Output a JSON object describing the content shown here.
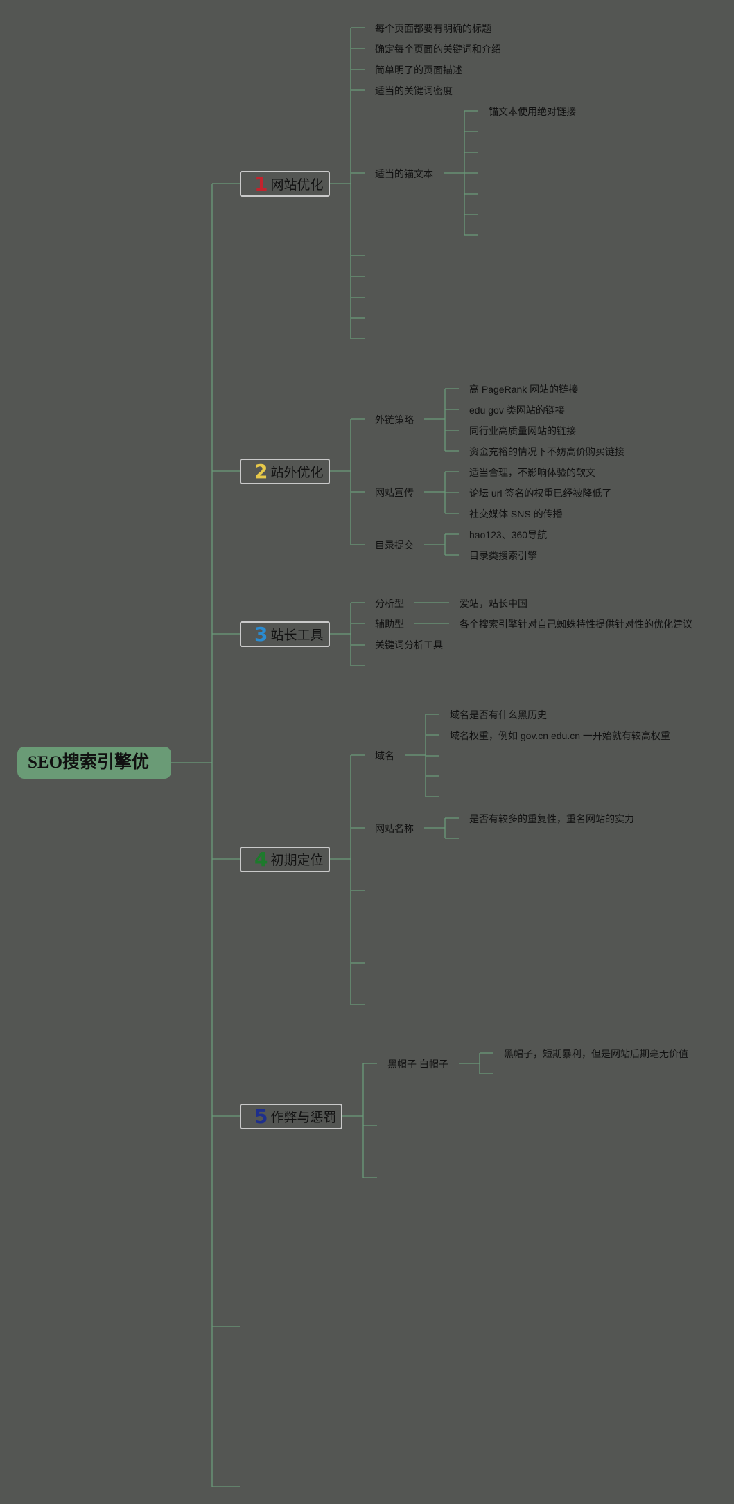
{
  "root": {
    "label": "SEO搜索引擎优"
  },
  "colors": {
    "background": "#545653",
    "connector": "#6a9b7a",
    "root_fill": "#6a9b76",
    "topic_border": "#c9c9c9",
    "num1": "#c3232d",
    "num2": "#e7c94a",
    "num3": "#2a8bd0",
    "num4": "#1d7a2c",
    "num5": "#1e2f8c"
  },
  "topics": [
    {
      "num": "1",
      "label": "网站优化",
      "items": [
        "每个页面都要有明确的标题",
        "确定每个页面的关键词和介绍",
        "简单明了的页面描述",
        "适当的关键词密度",
        "适当的锚文本"
      ],
      "anchor_children": [
        "锚文本使用绝对链接"
      ]
    },
    {
      "num": "2",
      "label": "站外优化",
      "groups": [
        {
          "label": "外链策略",
          "children": [
            "高 PageRank 网站的链接",
            "edu gov 类网站的链接",
            "同行业高质量网站的链接",
            "资金充裕的情况下不妨高价购买链接"
          ]
        },
        {
          "label": "网站宣传",
          "children": [
            "适当合理，不影响体验的软文",
            "论坛 url 签名的权重已经被降低了",
            "社交媒体 SNS 的传播"
          ]
        },
        {
          "label": "目录提交",
          "children": [
            "hao123、360导航",
            "目录类搜索引擎"
          ]
        }
      ]
    },
    {
      "num": "3",
      "label": "站长工具",
      "groups": [
        {
          "label": "分析型",
          "children": [
            "爱站，站长中国"
          ]
        },
        {
          "label": "辅助型",
          "children": [
            "各个搜索引擎针对自己蜘蛛特性提供针对性的优化建议"
          ]
        },
        {
          "label": "关键词分析工具",
          "children": []
        }
      ]
    },
    {
      "num": "4",
      "label": "初期定位",
      "groups": [
        {
          "label": "域名",
          "children": [
            "域名是否有什么黑历史",
            "域名权重，例如 gov.cn edu.cn 一开始就有较高权重"
          ]
        },
        {
          "label": "网站名称",
          "children": [
            "是否有较多的重复性，重名网站的实力"
          ]
        }
      ]
    },
    {
      "num": "5",
      "label": "作弊与惩罚",
      "groups": [
        {
          "label": "黑帽子 白帽子",
          "children": [
            "黑帽子，短期暴利，但是网站后期毫无价值"
          ]
        }
      ]
    }
  ]
}
